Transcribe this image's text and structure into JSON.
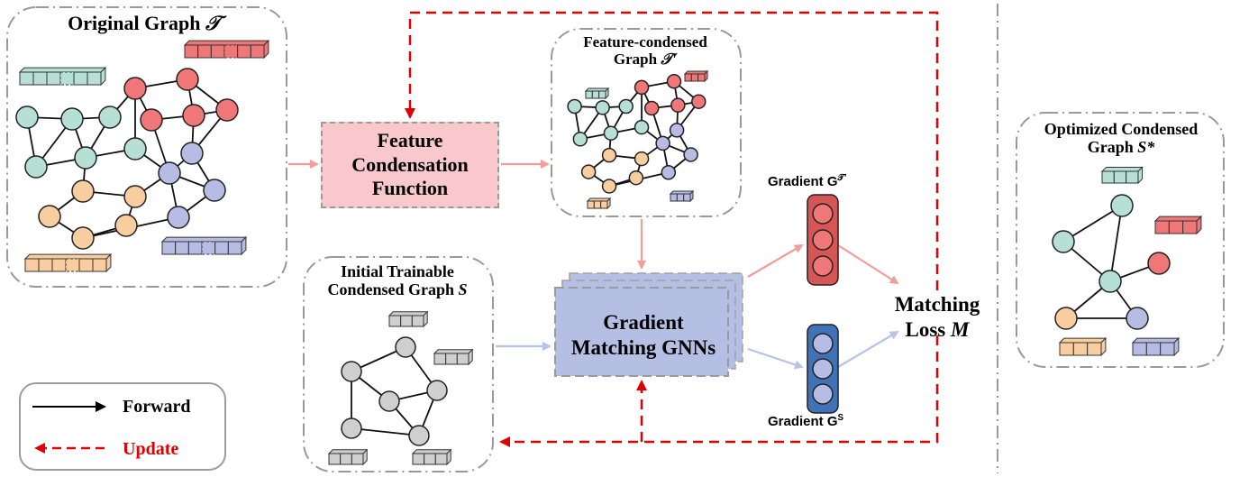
{
  "original_graph": {
    "title_text": "Original Graph ",
    "title_symbol": "𝒯"
  },
  "feature_condensation_function": {
    "line1": "Feature",
    "line2": "Condensation",
    "line3": "Function"
  },
  "feature_condensed_graph": {
    "line1": "Feature-condensed",
    "line2_text": "Graph ",
    "line2_symbol": "𝒯′"
  },
  "initial_graph": {
    "line1": "Initial Trainable",
    "line2_text": "Condensed Graph ",
    "line2_symbol": "S"
  },
  "gnn": {
    "line1": "Gradient",
    "line2": "Matching GNNs"
  },
  "gradient_top": {
    "text": "Gradient G",
    "sup": "𝒯′"
  },
  "gradient_bottom": {
    "text": "Gradient G",
    "sup": "S"
  },
  "matching_loss": {
    "line1": "Matching",
    "line2": "Loss ",
    "symbol": "M"
  },
  "optimized_graph": {
    "line1": "Optimized Condensed",
    "line2_text": "Graph ",
    "line2_symbol": "S*"
  },
  "legend": {
    "forward": "Forward",
    "update": "Update"
  },
  "colors": {
    "teal": "#b7e0d4",
    "red": "#ef7777",
    "orange": "#f8cda0",
    "blue": "#b6bce3",
    "gray": "#cfcfcf",
    "pink_box": "#f8c8cc",
    "gnn_box": "#b4bfe3",
    "update_arrow": "#e00000",
    "forward_arrow_red": "#f29c9c",
    "forward_arrow_blue": "#b4c3e6",
    "grad_red": "#d85555",
    "grad_blue": "#3f72b7"
  }
}
